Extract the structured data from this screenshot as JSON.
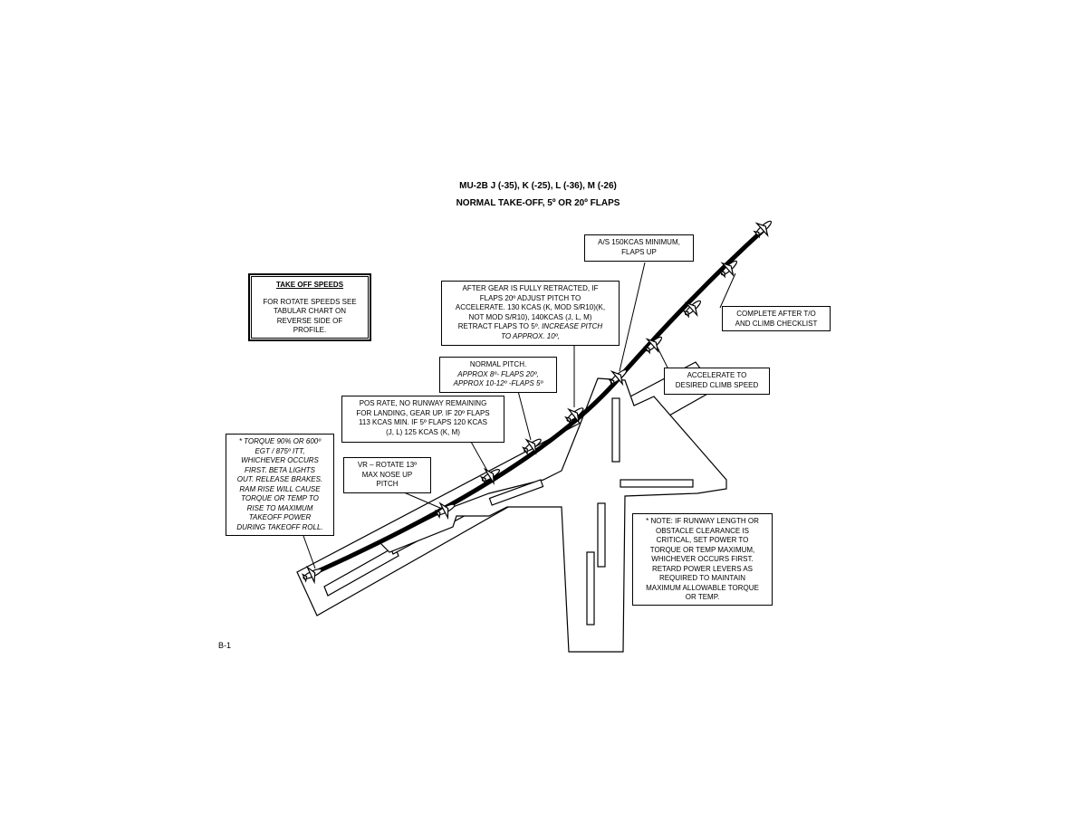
{
  "title": {
    "line1": "MU-2B J (-35), K (-25), L (-36), M (-26)",
    "line2": "NORMAL TAKE-OFF, 5º OR 20º FLAPS"
  },
  "takeoff_speeds": {
    "heading": "TAKE OFF SPEEDS",
    "lines": [
      "FOR ROTATE SPEEDS SEE",
      "TABULAR  CHART ON",
      "REVERSE SIDE OF",
      "PROFILE."
    ]
  },
  "callouts": {
    "torque": [
      "* TORQUE 90% OR 600º",
      "EGT / 875º ITT,",
      "WHICHEVER OCCURS",
      "FIRST.  BETA LIGHTS",
      "OUT.  RELEASE BRAKES.",
      "RAM RISE WILL CAUSE",
      "TORQUE OR TEMP TO",
      "RISE TO MAXIMUM",
      "TAKEOFF POWER",
      "DURING TAKEOFF ROLL."
    ],
    "rotate": [
      "VR – ROTATE 13º",
      "MAX NOSE UP",
      "PITCH"
    ],
    "pos_rate": [
      "POS RATE, NO RUNWAY REMAINING",
      "FOR LANDING, GEAR UP. IF 20º FLAPS",
      "113 KCAS MIN. IF 5º FLAPS 120 KCAS",
      "(J, L) 125 KCAS (K, M)"
    ],
    "normal_pitch": [
      "NORMAL PITCH.",
      "APPROX 8º- FLAPS 20º,",
      "APPROX 10-12º -FLAPS 5º"
    ],
    "after_gear": [
      "AFTER GEAR IS FULLY RETRACTED, IF",
      "FLAPS 20º ADJUST PITCH TO",
      "ACCELERATE. 130 KCAS (K, MOD S/R10)(K,",
      "NOT MOD S/R10), 140KCAS (J, L, M)",
      "RETRACT FLAPS TO 5º.",
      "INCREASE PITCH",
      "TO APPROX. 10º,"
    ],
    "airspeed": [
      "A/S 150KCAS MINIMUM,",
      "FLAPS UP"
    ],
    "complete": [
      "COMPLETE AFTER T/O",
      "AND CLIMB CHECKLIST"
    ],
    "accelerate": [
      "ACCELERATE TO",
      "DESIRED CLIMB SPEED"
    ],
    "note": [
      "* NOTE: IF RUNWAY LENGTH OR",
      "OBSTACLE CLEARANCE IS",
      "CRITICAL, SET POWER TO",
      "TORQUE OR TEMP MAXIMUM,",
      "WHICHEVER OCCURS FIRST.",
      "RETARD POWER LEVERS AS",
      "REQUIRED TO MAINTAIN",
      "MAXIMUM ALLOWABLE TORQUE",
      "OR TEMP."
    ]
  },
  "page_number": "B-1",
  "icons": {
    "aircraft": "airplane-icon"
  },
  "colors": {
    "ink": "#000000",
    "paper": "#ffffff"
  }
}
